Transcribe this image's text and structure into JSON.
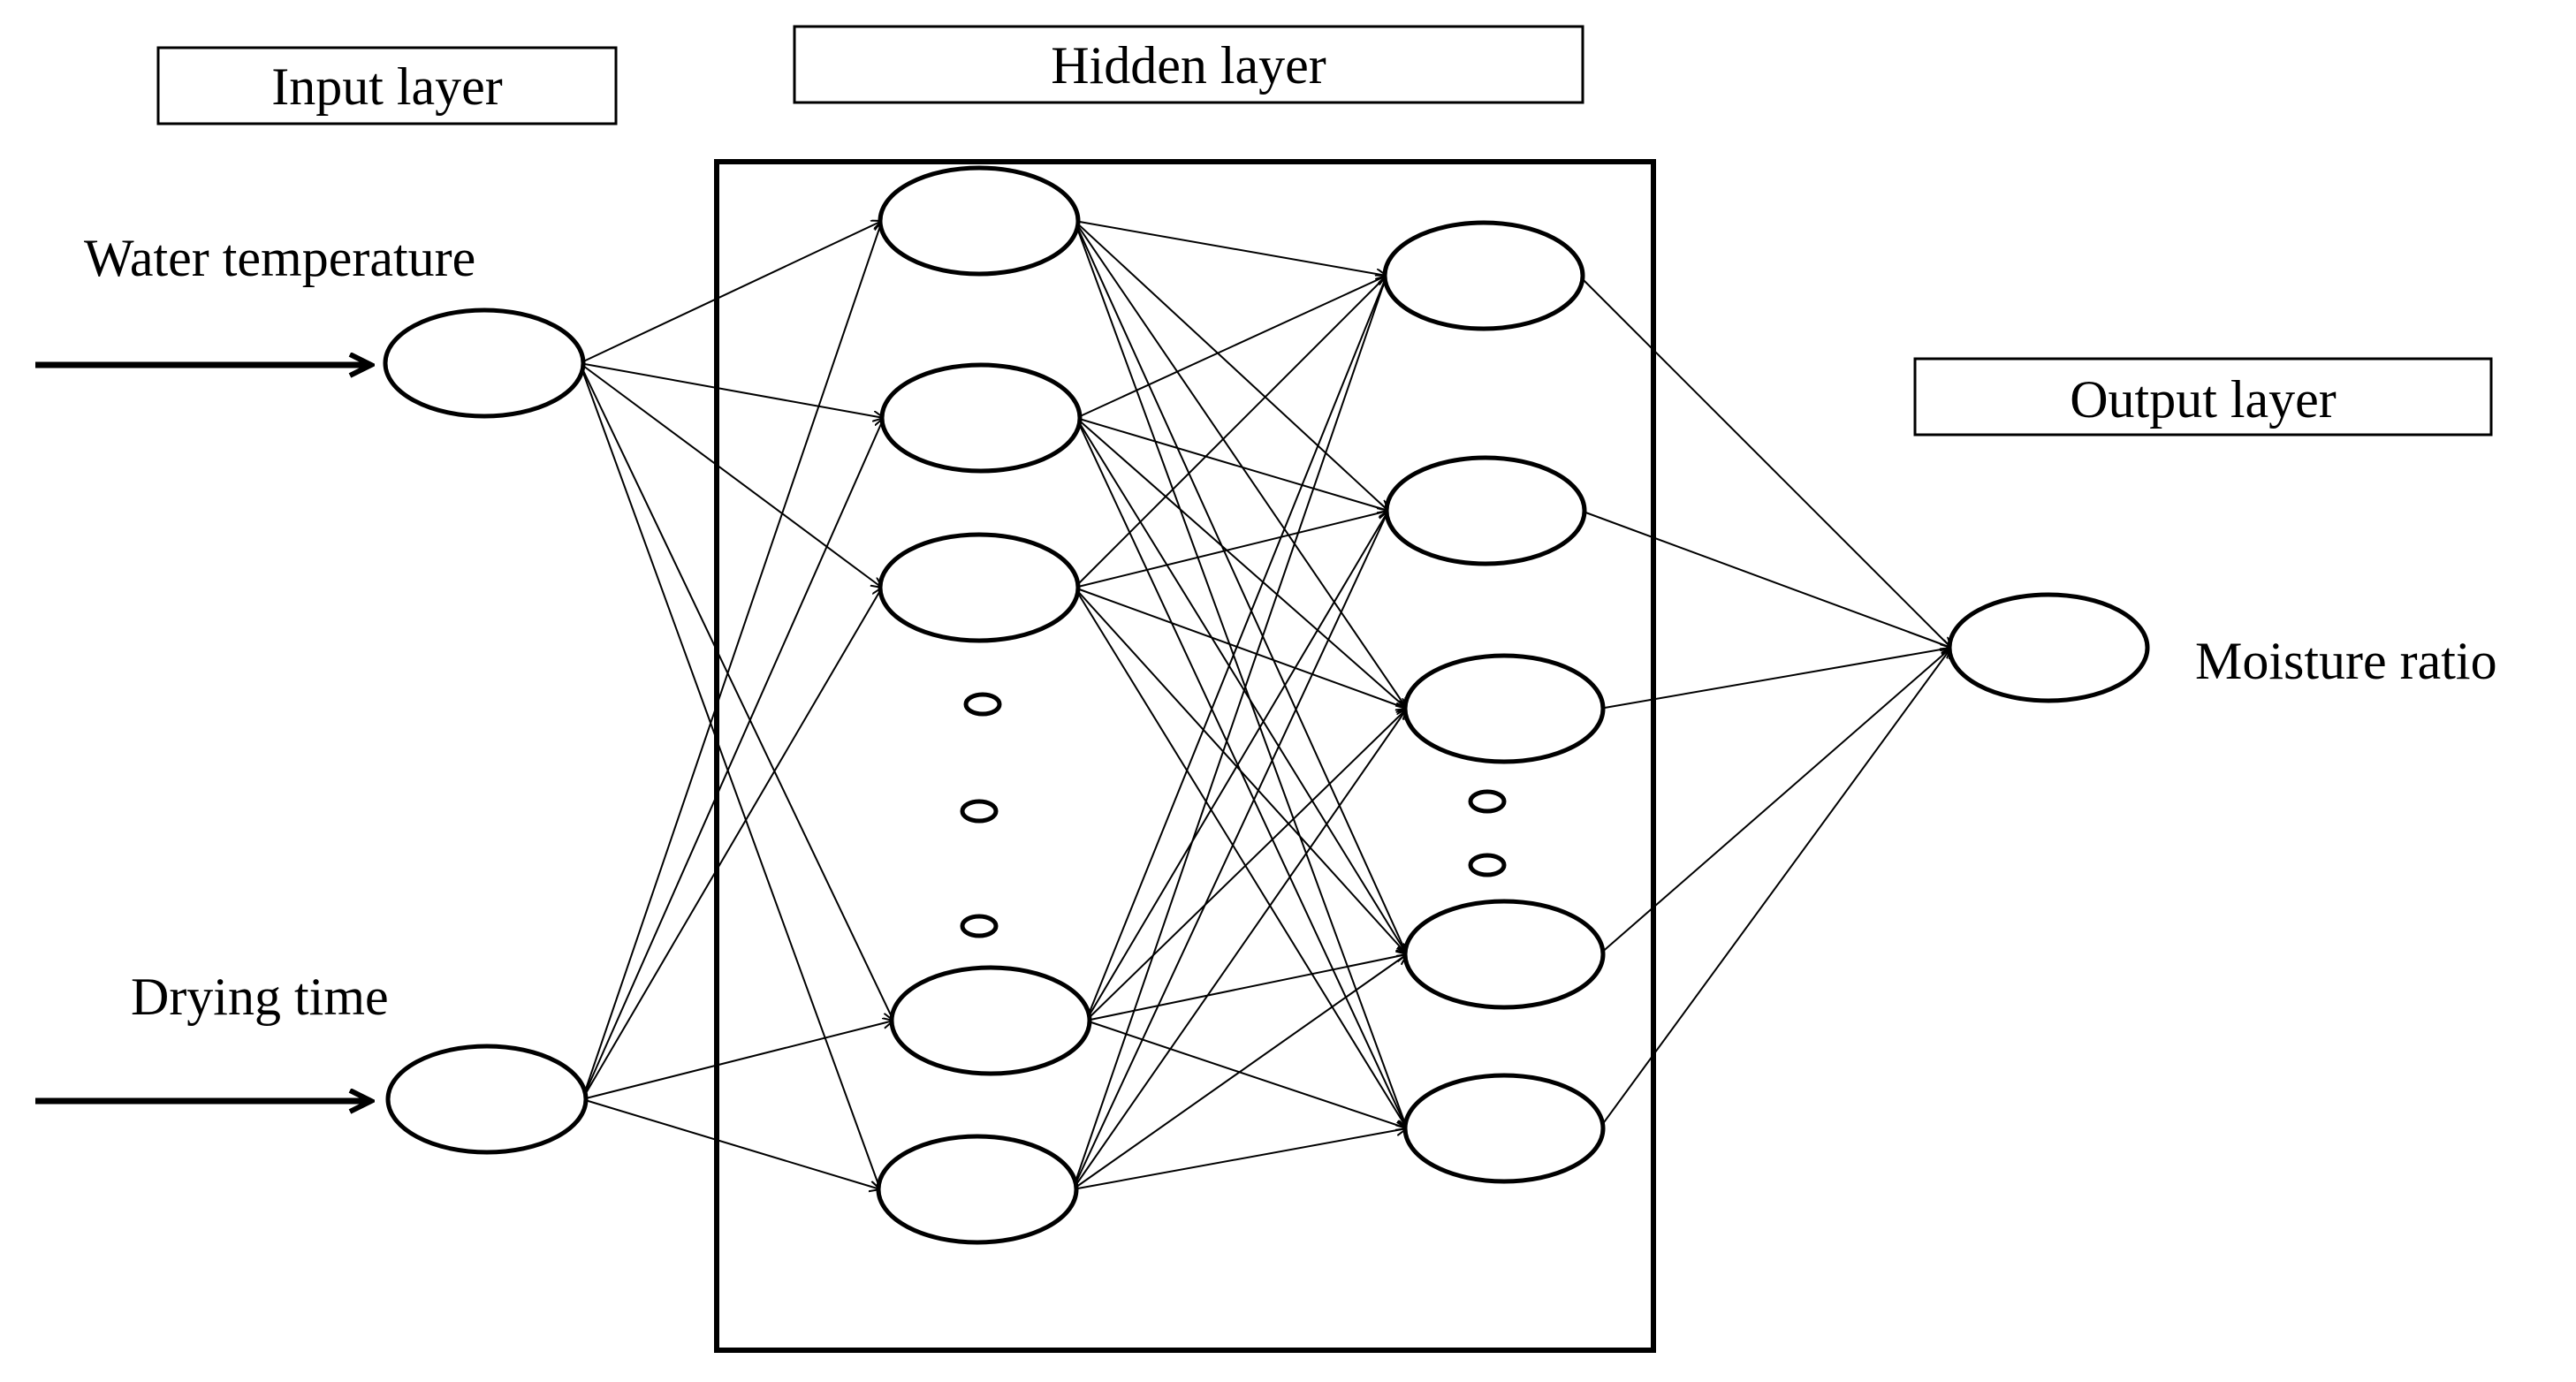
{
  "title_labels": {
    "input_layer": "Input layer",
    "hidden_layer": "Hidden layer",
    "output_layer": "Output layer"
  },
  "inputs": [
    {
      "label": "Water temperature"
    },
    {
      "label": "Drying time"
    }
  ],
  "output": {
    "label": "Moisture ratio"
  },
  "hidden_layers": [
    {
      "visible_nodes": 5,
      "ellipsis_dots": 3
    },
    {
      "visible_nodes": 5,
      "ellipsis_dots": 2
    }
  ],
  "output_nodes": 1,
  "colors": {
    "stroke": "#000000",
    "background": "#ffffff"
  }
}
